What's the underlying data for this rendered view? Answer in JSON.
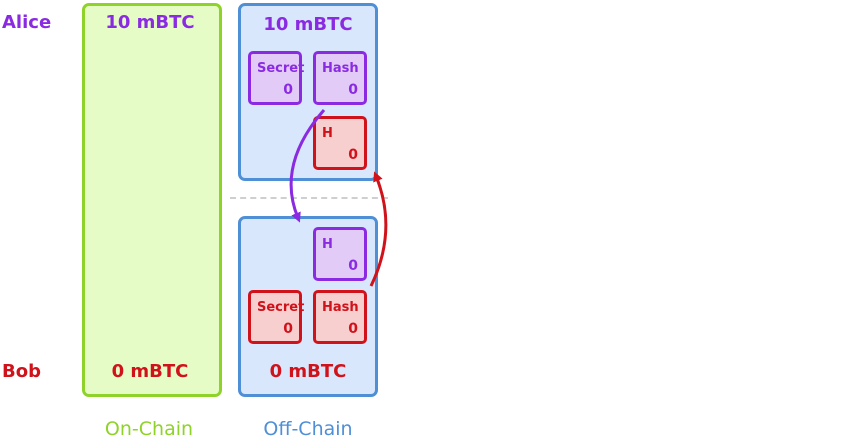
{
  "parties": {
    "alice": "Alice",
    "bob": "Bob"
  },
  "onchain": {
    "label": "On-Chain",
    "alice_amount": "10 mBTC",
    "bob_amount": "0 mBTC"
  },
  "offchain": {
    "label": "Off-Chain",
    "alice_amount": "10 mBTC",
    "bob_amount": "0 mBTC",
    "alice_tokens": [
      {
        "label": "Secret",
        "value": "0",
        "color": "purple"
      },
      {
        "label": "Hash",
        "value": "0",
        "color": "purple"
      },
      {
        "label": "H",
        "value": "0",
        "color": "red"
      }
    ],
    "bob_tokens": [
      {
        "label": "H",
        "value": "0",
        "color": "purple"
      },
      {
        "label": "Secret",
        "value": "0",
        "color": "red"
      },
      {
        "label": "Hash",
        "value": "0",
        "color": "red"
      }
    ]
  },
  "colors": {
    "alice": "#8a2be2",
    "bob": "#d0121b",
    "onchain_border": "#8fd32a",
    "onchain_fill": "#e6fcc6",
    "offchain_border": "#4f8fd6",
    "offchain_fill": "#d8e7fb",
    "onchain_label": "#8fd32a",
    "offchain_label": "#4f8fd6"
  }
}
